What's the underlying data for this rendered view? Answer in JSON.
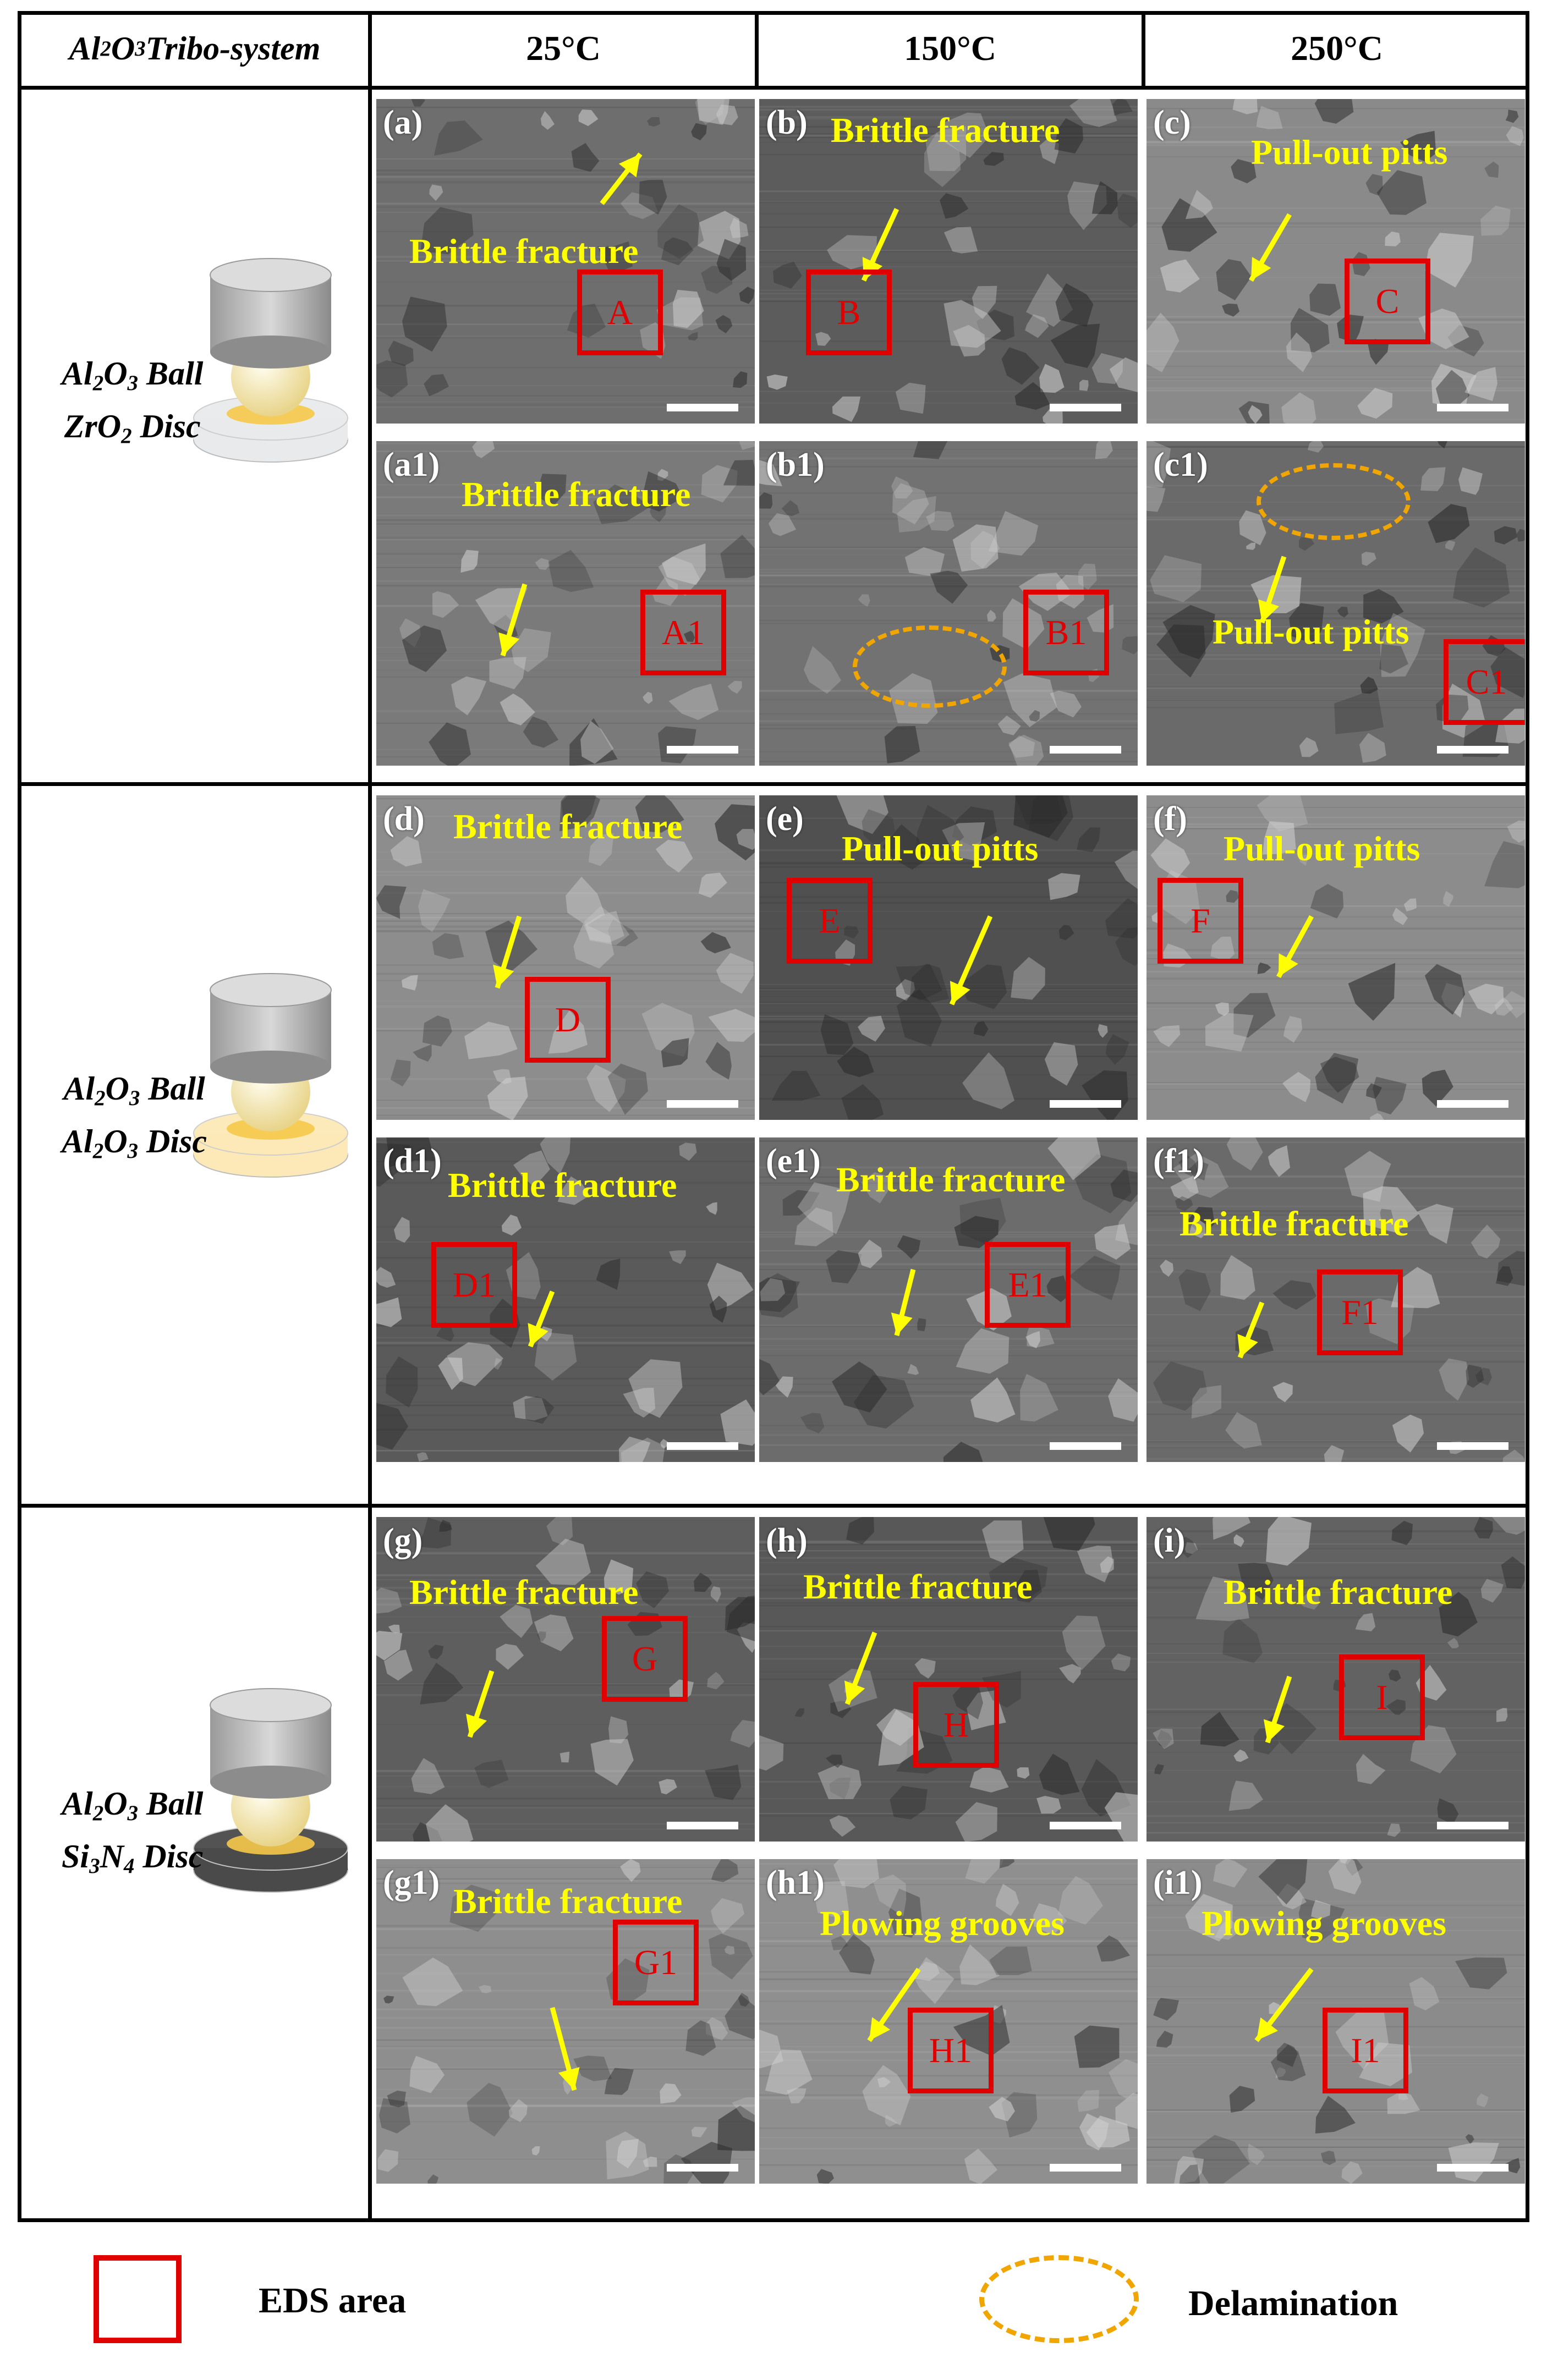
{
  "header": {
    "system_col": "Al2O3 Tribo-system",
    "system_col_parts": {
      "a": "Al",
      "a_sub": "2",
      "b": "O",
      "b_sub": "3",
      "rest": " Tribo-system"
    },
    "temps": [
      "25°C",
      "150°C",
      "250°C"
    ]
  },
  "systems": [
    {
      "ball": "Al2O3 Ball",
      "disc": "ZrO2 Disc",
      "ball_parts": {
        "t1": "Al",
        "s1": "2",
        "t2": "O",
        "s2": "3",
        "t3": " Ball"
      },
      "disc_parts": {
        "t1": "ZrO",
        "s1": "2",
        "t2": " Disc"
      },
      "disc_color": "#e8eaec"
    },
    {
      "ball": "Al2O3 Ball",
      "disc": "Al2O3 Disc",
      "ball_parts": {
        "t1": "Al",
        "s1": "2",
        "t2": "O",
        "s2": "3",
        "t3": " Ball"
      },
      "disc_parts": {
        "t1": "Al",
        "s1": "2",
        "t2": "O",
        "s2": "3",
        "t3": " Disc"
      },
      "disc_color": "#fde9b8"
    },
    {
      "ball": "Al2O3 Ball",
      "disc": "Si3N4 Disc",
      "ball_parts": {
        "t1": "Al",
        "s1": "2",
        "t2": "O",
        "s2": "3",
        "t3": " Ball"
      },
      "disc_parts": {
        "t1": "Si",
        "s1": "3",
        "t2": "N",
        "s2": "4",
        "t3": " Disc"
      },
      "disc_color": "#4a4a4a"
    }
  ],
  "panels": [
    {
      "label": "(a)",
      "annotation": "Brittle fracture",
      "eds": "A"
    },
    {
      "label": "(b)",
      "annotation": "Brittle fracture",
      "eds": "B"
    },
    {
      "label": "(c)",
      "annotation": "Pull-out pitts",
      "eds": "C"
    },
    {
      "label": "(a1)",
      "annotation": "Brittle fracture",
      "eds": "A1"
    },
    {
      "label": "(b1)",
      "annotation": "",
      "eds": "B1"
    },
    {
      "label": "(c1)",
      "annotation": "Pull-out pitts",
      "eds": "C1"
    },
    {
      "label": "(d)",
      "annotation": "Brittle fracture",
      "eds": "D"
    },
    {
      "label": "(e)",
      "annotation": "Pull-out pitts",
      "eds": "E"
    },
    {
      "label": "(f)",
      "annotation": "Pull-out pitts",
      "eds": "F"
    },
    {
      "label": "(d1)",
      "annotation": "Brittle fracture",
      "eds": "D1"
    },
    {
      "label": "(e1)",
      "annotation": "Brittle fracture",
      "eds": "E1"
    },
    {
      "label": "(f1)",
      "annotation": "Brittle fracture",
      "eds": "F1"
    },
    {
      "label": "(g)",
      "annotation": "Brittle fracture",
      "eds": "G"
    },
    {
      "label": "(h)",
      "annotation": "Brittle fracture",
      "eds": "H"
    },
    {
      "label": "(i)",
      "annotation": "Brittle fracture",
      "eds": "I"
    },
    {
      "label": "(g1)",
      "annotation": "Brittle fracture",
      "eds": "G1"
    },
    {
      "label": "(h1)",
      "annotation": "Plowing grooves",
      "eds": "H1"
    },
    {
      "label": "(i1)",
      "annotation": "Plowing grooves",
      "eds": "I1"
    }
  ],
  "legend": {
    "eds": "EDS area",
    "delamination": "Delamination"
  },
  "colors": {
    "annotation": "#ffff00",
    "eds_box": "#e00000",
    "delamination": "#f0a500"
  }
}
